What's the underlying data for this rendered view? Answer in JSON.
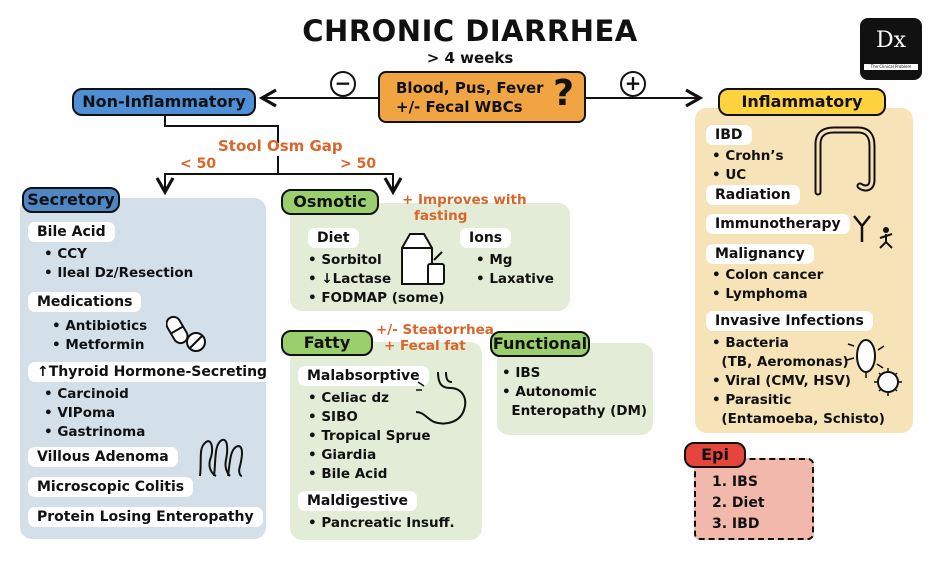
{
  "title": "CHRONIC DIARRHEA",
  "subtitle": "> 4 weeks",
  "center": {
    "line1": "Blood, Pus, Fever",
    "line2": "+/- Fecal WBCs",
    "qmark": "?",
    "minus": "−",
    "plus": "+"
  },
  "logo": {
    "mark": "Dx",
    "caption": "The Clinical Problem Solvers"
  },
  "non_inflammatory": {
    "label": "Non-Inflammatory",
    "osm_gap": "Stool Osm Gap",
    "lt": "< 50",
    "gt": "> 50",
    "secretory": {
      "label": "Secretory",
      "bile_acid": {
        "label": "Bile Acid",
        "items": [
          "• CCY",
          "• Ileal Dz/Resection"
        ]
      },
      "medications": {
        "label": "Medications",
        "items": [
          "• Antibiotics",
          "• Metformin"
        ]
      },
      "thyroid": {
        "label": "↑Thyroid Hormone-Secreting",
        "items": [
          "• Carcinoid",
          "• VIPoma",
          "• Gastrinoma"
        ]
      },
      "villous": "Villous Adenoma",
      "microscopic": "Microscopic Colitis",
      "protein": "Protein Losing Enteropathy"
    },
    "osmotic": {
      "label": "Osmotic",
      "note1": "+ Improves with",
      "note2": "fasting",
      "diet": {
        "label": "Diet",
        "items": [
          "• Sorbitol",
          "• ↓Lactase",
          "• FODMAP (some)"
        ]
      },
      "ions": {
        "label": "Ions",
        "items": [
          "• Mg",
          "• Laxative"
        ]
      }
    },
    "fatty": {
      "label": "Fatty",
      "note1": "+/- Steatorrhea",
      "note2": "+ Fecal fat",
      "malabsorptive": {
        "label": "Malabsorptive",
        "items": [
          "• Celiac dz",
          "• SIBO",
          "• Tropical Sprue",
          "• Giardia",
          "• Bile Acid"
        ]
      },
      "maldigestive": {
        "label": "Maldigestive",
        "items": [
          "• Pancreatic Insuff."
        ]
      }
    },
    "functional": {
      "label": "Functional",
      "items": [
        "• IBS",
        "• Autonomic",
        "  Enteropathy (DM)"
      ]
    }
  },
  "inflammatory": {
    "label": "Inflammatory",
    "ibd": {
      "label": "IBD",
      "items": [
        "• Crohn’s",
        "• UC"
      ]
    },
    "radiation": "Radiation",
    "immunotherapy": "Immunotherapy",
    "malignancy": {
      "label": "Malignancy",
      "items": [
        "• Colon cancer",
        "• Lymphoma"
      ]
    },
    "infections": {
      "label": "Invasive Infections",
      "items": [
        "• Bacteria",
        "  (TB, Aeromonas)",
        "• Viral (CMV, HSV)",
        "• Parasitic",
        "  (Entamoeba, Schisto)"
      ]
    }
  },
  "epi": {
    "label": "Epi",
    "items": [
      "1. IBS",
      "2. Diet",
      "3. IBD"
    ]
  },
  "colors": {
    "secretory_panel": "#d3e0ea",
    "secretory_pill": "#4f86c4",
    "green_panel": "#e3ecd6",
    "green_pill": "#9bcf6e",
    "inflammatory_panel": "#f6e3b8",
    "inflammatory_pill": "#ffd23f",
    "non_inflammatory_pill": "#4f8fd6",
    "center_box": "#f0a542",
    "epi_pill": "#e5453c",
    "epi_panel": "#f2b8ac",
    "accent_text": "#d8662a"
  }
}
